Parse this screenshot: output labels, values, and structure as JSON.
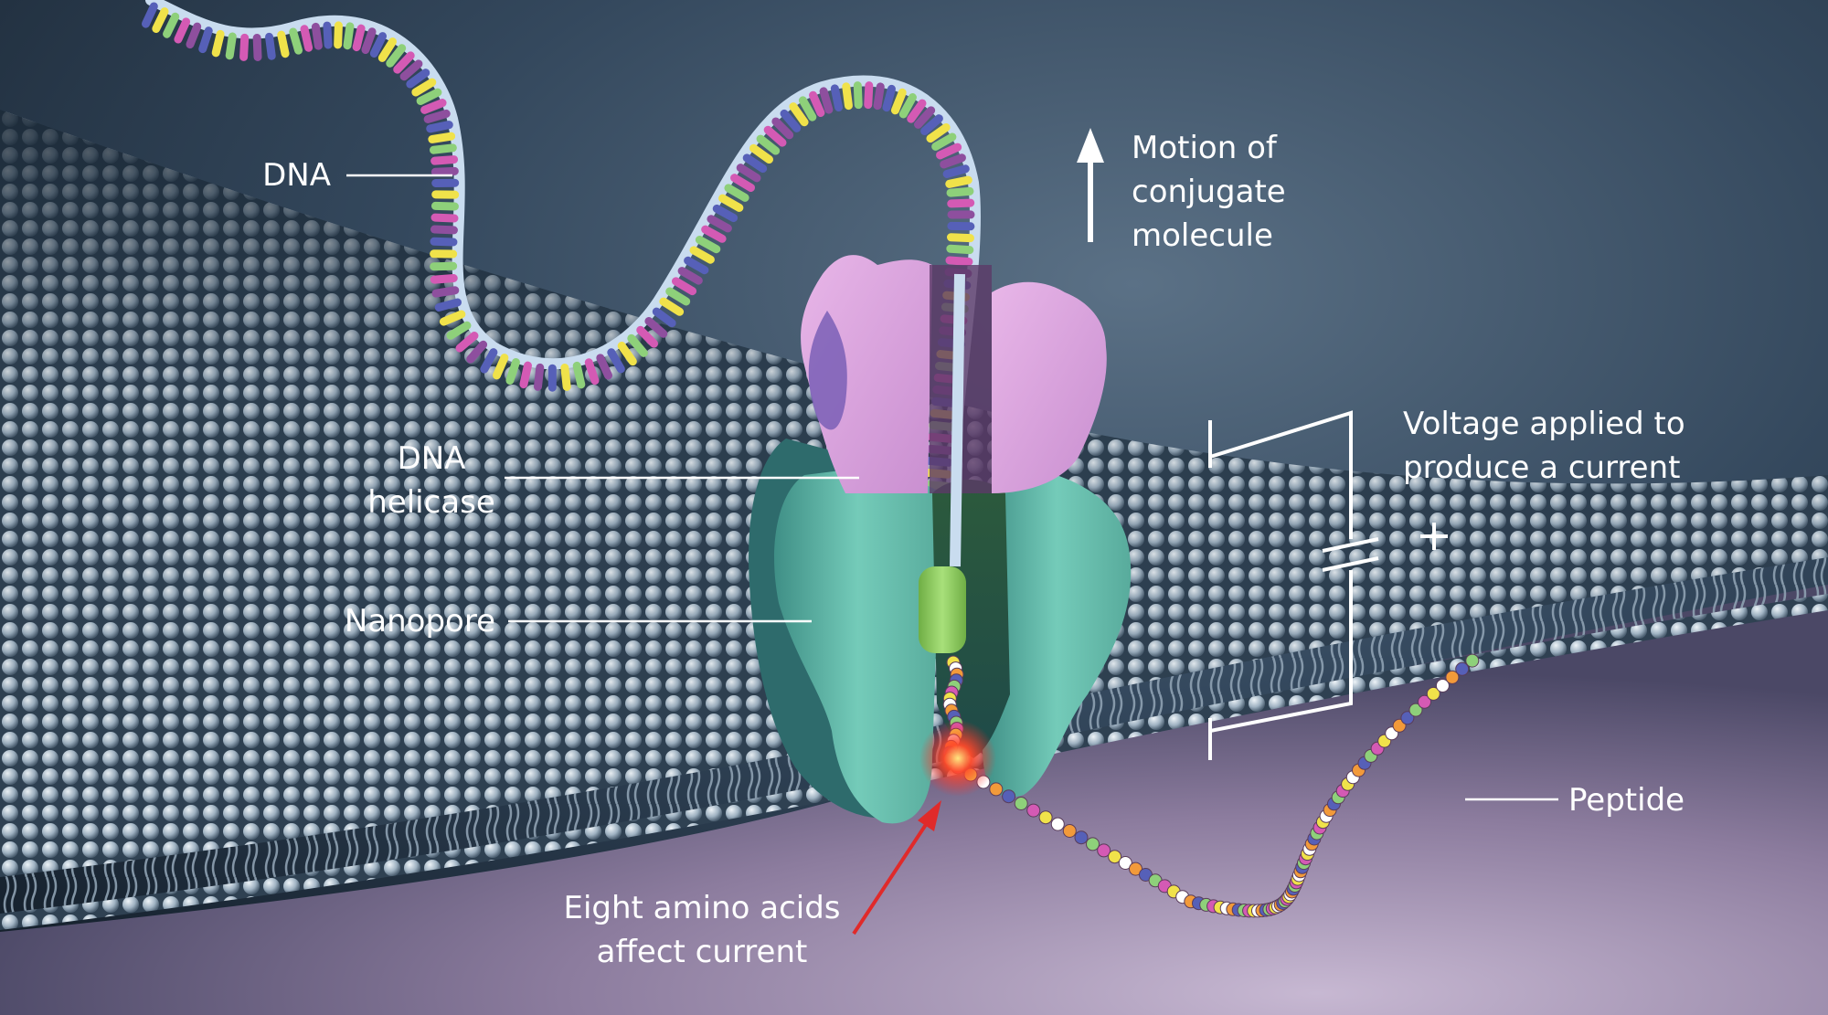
{
  "labels": {
    "dna": "DNA",
    "motion": [
      "Motion of",
      "conjugate",
      "molecule"
    ],
    "helicase": [
      "DNA",
      "helicase"
    ],
    "nanopore": "Nanopore",
    "voltage": [
      "Voltage applied to",
      "produce a current"
    ],
    "plus_sign": "+",
    "peptide": "Peptide",
    "amino": [
      "Eight amino acids",
      "affect current"
    ]
  },
  "colors": {
    "background_top": "#14202d",
    "background_mid": "#3c5268",
    "membrane_head": "#a9bccb",
    "lower_region": "#8a7a9c",
    "dna_backbone": "#c9dcef",
    "base_yellow": "#f0e24a",
    "base_purple": "#8e4f9e",
    "base_green": "#8ed07a",
    "base_blue": "#5660b8",
    "base_magenta": "#d45ab4",
    "helicase": "#d9a6dc",
    "helicase_shadow": "#7a5fb6",
    "nanopore": "#6ec4b2",
    "nanopore_dark": "#2f6f5c",
    "linker": "#8fd064",
    "hotspot": "#ff3b2e",
    "amino_arrow": "#e02a2a",
    "label_text": "#ffffff"
  },
  "icons": [
    "up-arrow-icon",
    "voltage-circuit-icon",
    "red-pointer-arrow-icon"
  ]
}
